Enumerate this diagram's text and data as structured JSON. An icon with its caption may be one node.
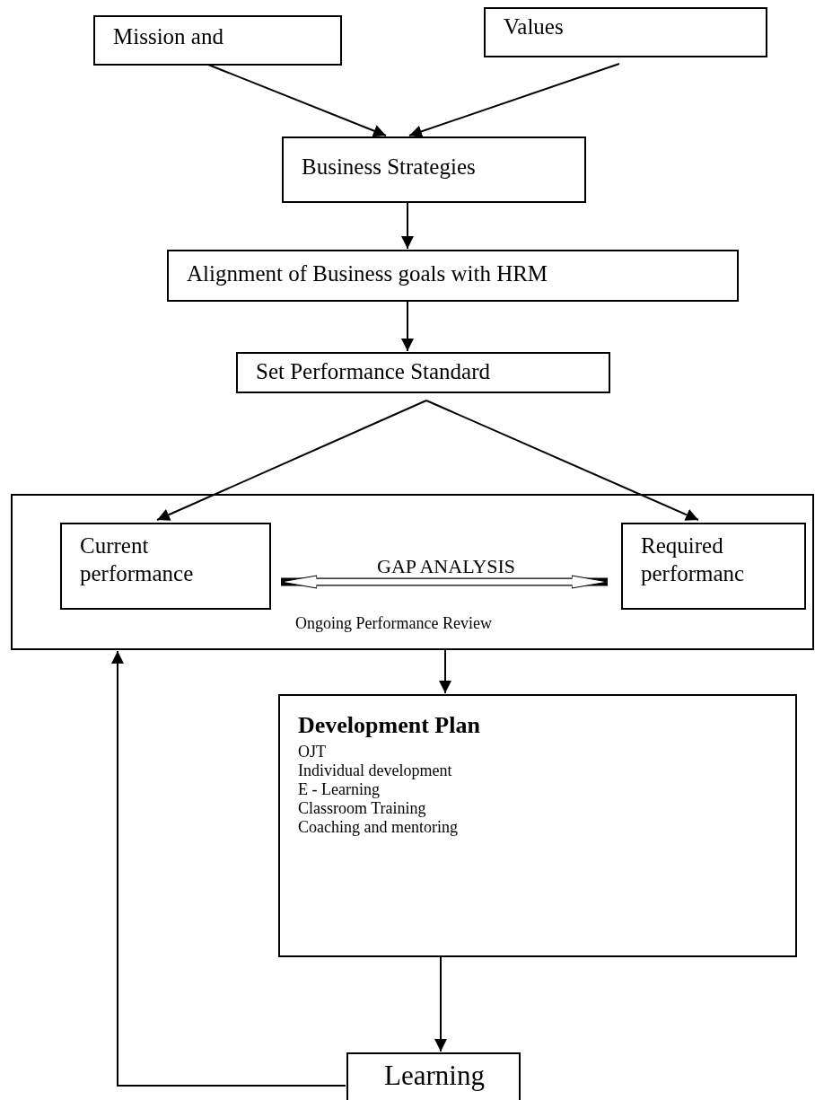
{
  "diagram": {
    "nodes": [
      {
        "text": [
          "Mission and"
        ]
      },
      {
        "text": [
          "Values"
        ]
      },
      {
        "text": [
          "Business Strategies"
        ]
      },
      {
        "text": [
          "Alignment of Business goals with HRM"
        ]
      },
      {
        "text": [
          "Set Performance Standard"
        ]
      },
      {
        "text": [
          "Ongoing Performance Review"
        ]
      },
      {
        "text": [
          "Current performance"
        ],
        "in": 5
      },
      {
        "text": [
          "Required performanc"
        ],
        "in": 5
      },
      {
        "text": [
          "Development Plan",
          "OJT",
          "Individual development",
          "E - Learning",
          "Classroom Training",
          "Coaching and mentoring"
        ]
      },
      {
        "text": [
          "Learning"
        ]
      }
    ],
    "edges": [
      {
        "from": 0,
        "to": 2,
        "arrow": "to"
      },
      {
        "from": 1,
        "to": 2,
        "arrow": "to"
      },
      {
        "from": 2,
        "to": 3,
        "arrow": "to"
      },
      {
        "from": 3,
        "to": 4,
        "arrow": "to"
      },
      {
        "from": 4,
        "to": 6,
        "arrow": "to"
      },
      {
        "from": 4,
        "to": 7,
        "arrow": "to"
      },
      {
        "from": 6,
        "to": 7,
        "arrow": "both",
        "label": "GAP ANALYSIS",
        "style": "thick"
      },
      {
        "from": 5,
        "to": 8,
        "arrow": "to"
      },
      {
        "from": 8,
        "to": 9,
        "arrow": "to"
      },
      {
        "from": 9,
        "to": 5,
        "arrow": "to"
      }
    ]
  }
}
